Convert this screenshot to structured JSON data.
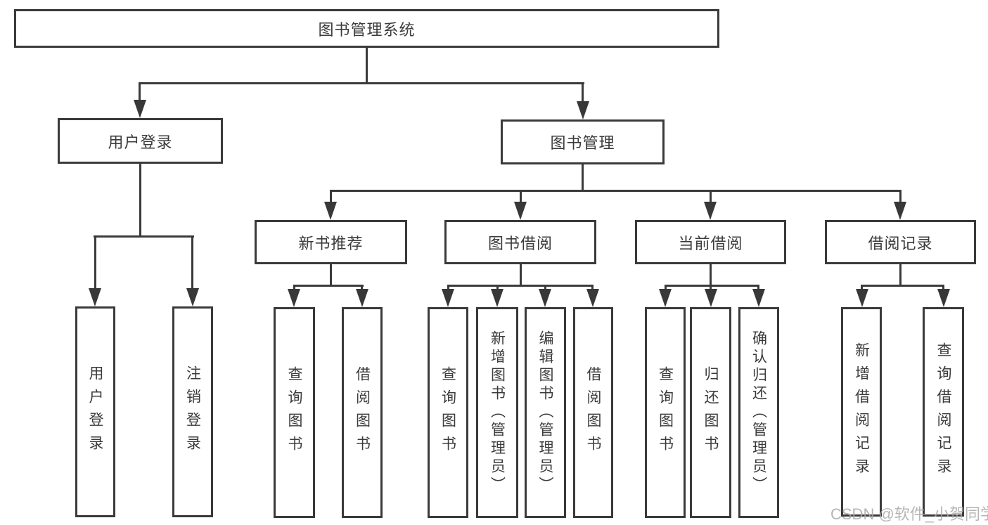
{
  "diagram_title": "图书管理系统",
  "tree": {
    "root": {
      "label": "图书管理系统"
    },
    "branches": [
      {
        "label": "用户登录",
        "children": [
          {
            "label": "用户登录"
          },
          {
            "label": "注销登录"
          }
        ]
      },
      {
        "label": "图书管理",
        "groups": [
          {
            "label": "新书推荐",
            "children": [
              {
                "label": "查询图书"
              },
              {
                "label": "借阅图书"
              }
            ]
          },
          {
            "label": "图书借阅",
            "children": [
              {
                "label": "查询图书"
              },
              {
                "label": "新增图书（管理员）"
              },
              {
                "label": "编辑图书（管理员）"
              },
              {
                "label": "借阅图书"
              }
            ]
          },
          {
            "label": "当前借阅",
            "children": [
              {
                "label": "查询图书"
              },
              {
                "label": "归还图书"
              },
              {
                "label": "确认归还（管理员）"
              }
            ]
          },
          {
            "label": "借阅记录",
            "children": [
              {
                "label": "新增借阅记录"
              },
              {
                "label": "查询借阅记录"
              }
            ]
          }
        ]
      }
    ]
  },
  "watermark": {
    "text": "CSDN @软件_小贺同学"
  },
  "colors": {
    "line": "#3a3a3a",
    "text": "#3b3b3b",
    "background": "#ffffff",
    "watermark": "#a9a9a9"
  }
}
